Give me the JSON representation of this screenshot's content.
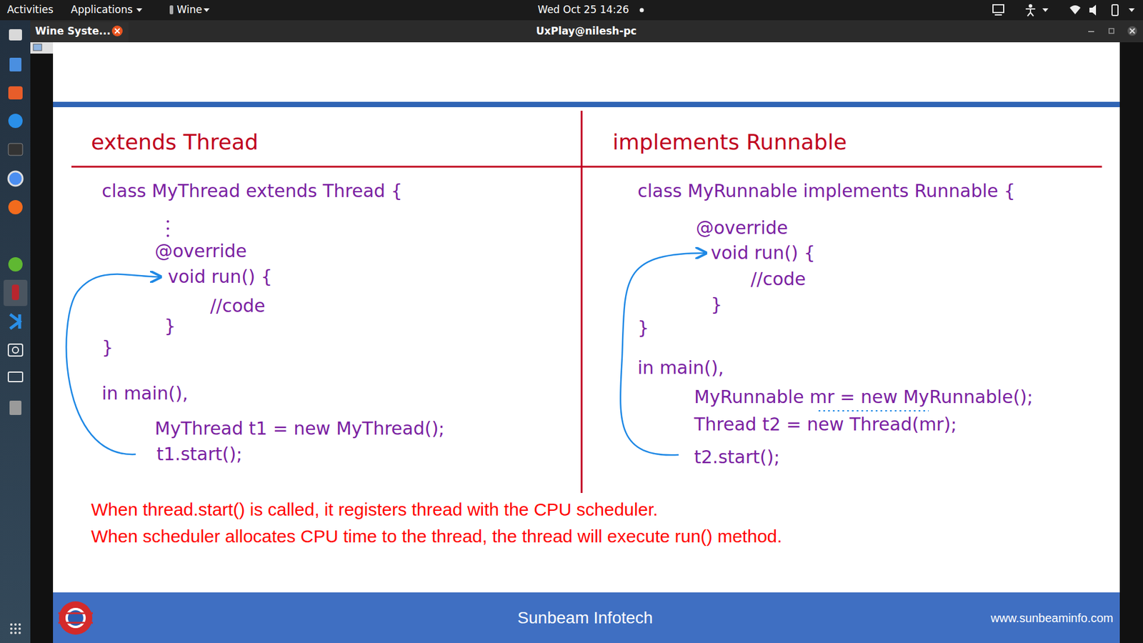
{
  "diagram": {
    "nodes": [
      {
        "text": [
          "Activities",
          "Applications",
          "Wine",
          "Wed Oct 25 14:26"
        ]
      },
      {
        "text": [
          "UxPlay@nilesh-pc"
        ]
      },
      {
        "text": [
          "Wine Syste..."
        ]
      },
      {
        "text": [
          "Sunbeam Infotech",
          "www.sunbeaminfo.com"
        ]
      }
    ],
    "labels": [
      "extends Thread",
      "implements Runnable",
      "class MyThread extends Thread {",
      "@override",
      "void run() {",
      "//code",
      "}",
      "}",
      "in main(),",
      "MyThread t1 = new MyThread();",
      "t1.start();",
      "class MyRunnable implements Runnable {",
      "@override",
      "void run() {",
      "//code",
      "}",
      "}",
      "in main(),",
      "MyRunnable mr = new MyRunnable();",
      "Thread t2 = new Thread(mr);",
      "t2.start();",
      "When thread.start() is called, it registers thread with the CPU scheduler.",
      "When scheduler allocates CPU time to the thread, the thread will execute run() method."
    ]
  }
}
